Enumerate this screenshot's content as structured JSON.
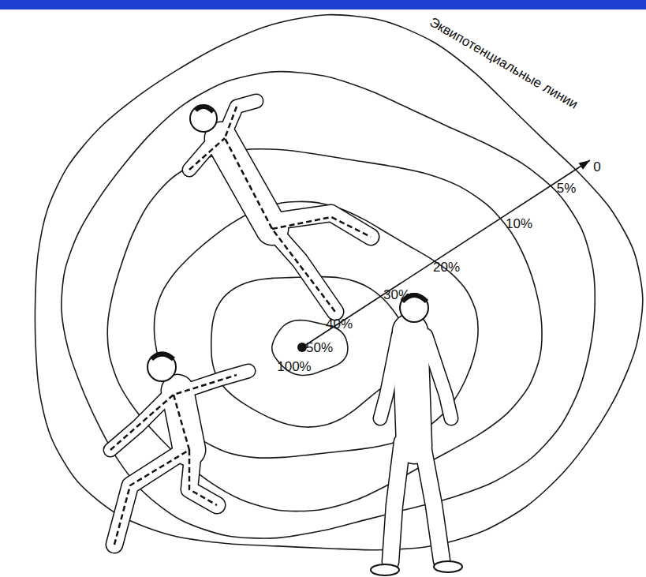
{
  "diagram": {
    "labels": [
      "Эквипотенциальные линии",
      "0",
      "5%",
      "10%",
      "20%",
      "30%",
      "40%",
      "50%",
      "100%"
    ]
  }
}
